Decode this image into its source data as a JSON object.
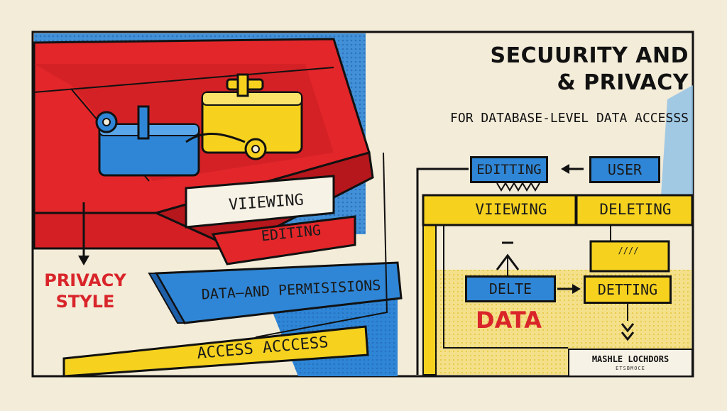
{
  "title": {
    "main": "SECUURITY AND\n& PRIVACY",
    "sub": "FOR DATABASE-LEVEL DATA ACCESSS"
  },
  "left_stack": {
    "viewing": "VIIEWING",
    "editing": "EDITING",
    "data_permissions": "DATA–AND PERMISISIONS",
    "access": "ACCESS ACCCESS",
    "privacy_style": "PRIVACY\nSTYLE"
  },
  "flow": {
    "editing": "EDITTING",
    "user": "USER",
    "viewing": "VIIEWING",
    "deleting": "DELETING",
    "delete": "DELTE",
    "detting": "DETTING",
    "icon_text": "////",
    "data": "DATA",
    "footer_line1": "MASHLE LOCHDORS",
    "footer_line2": "ETSBMOCE"
  },
  "colors": {
    "background": "#f3ecd9",
    "red": "#e3262a",
    "blue": "#2f86d6",
    "yellow": "#f6d21f",
    "ink": "#111111"
  },
  "icons": [
    "padlock-icon",
    "gear-icon",
    "arrow-left-icon",
    "arrow-right-icon",
    "arrow-down-icon",
    "double-chevron-down-icon"
  ]
}
